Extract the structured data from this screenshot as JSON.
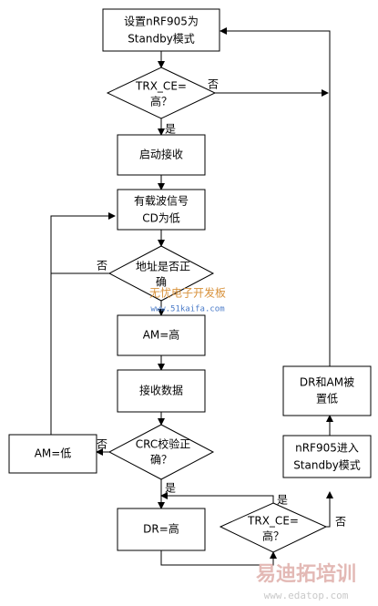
{
  "nodes": {
    "set_standby": [
      "设置nRF905为",
      "Standby模式"
    ],
    "trx_ce_check_1": [
      "TRX_CE=",
      "高？"
    ],
    "start_receive": "启动接收",
    "carrier_cd": [
      "有载波信号",
      "CD为低"
    ],
    "address_check": [
      "地址是否正",
      "确"
    ],
    "am_high": "AM=高",
    "receive_data": "接收数据",
    "crc_check": [
      "CRC校验正",
      "确？"
    ],
    "am_low": "AM=低",
    "dr_high": "DR=高",
    "trx_ce_check_2": [
      "TRX_CE=",
      "高？"
    ],
    "enter_standby": [
      "nRF905进入",
      "Standby模式"
    ],
    "dr_am_low": [
      "DR和AM被",
      "置低"
    ]
  },
  "edge_labels": {
    "yes": "是",
    "no": "否"
  },
  "watermarks": {
    "site_cn": "无忧电子开发板",
    "site_url": "www.51kaifa.com",
    "brand": "易迪拓培训",
    "brand_url": "www.edatop.com"
  },
  "colors": {
    "line": "#000000",
    "watermark_orange": "#d8913a",
    "watermark_blue": "#4a7bc8",
    "watermark_brand": "#e3b9b5"
  }
}
